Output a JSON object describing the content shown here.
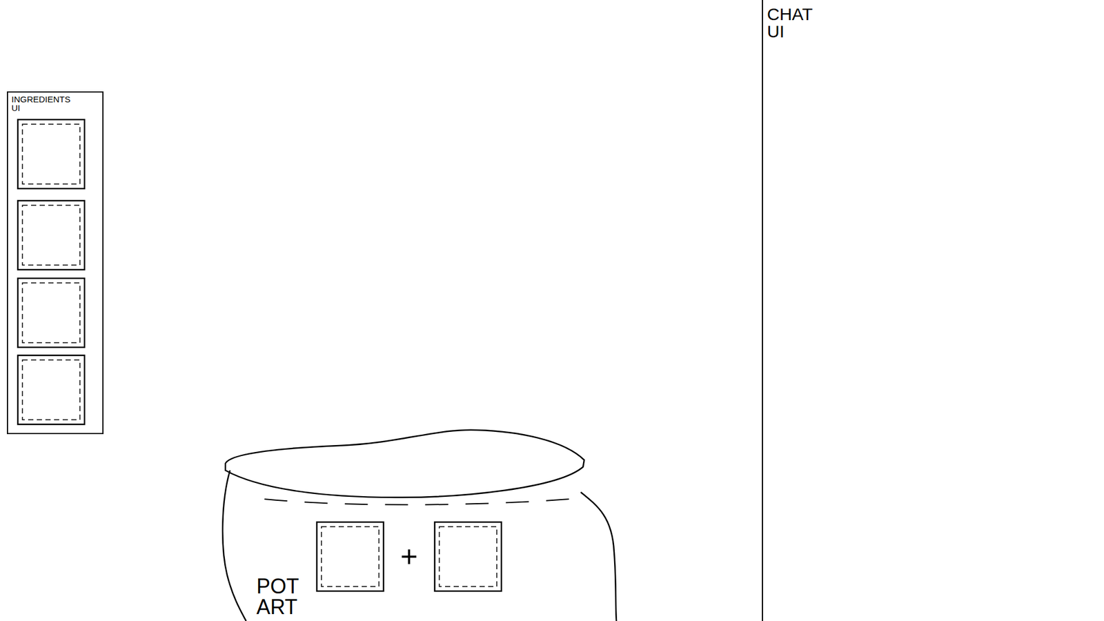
{
  "diagram": {
    "nodes": [
      {
        "text": [
          "INGREDIENTS UI"
        ]
      },
      {
        "text": [
          "POT ART"
        ]
      },
      {
        "text": [
          "CHAT UI"
        ]
      }
    ],
    "labels": [
      "+"
    ]
  }
}
